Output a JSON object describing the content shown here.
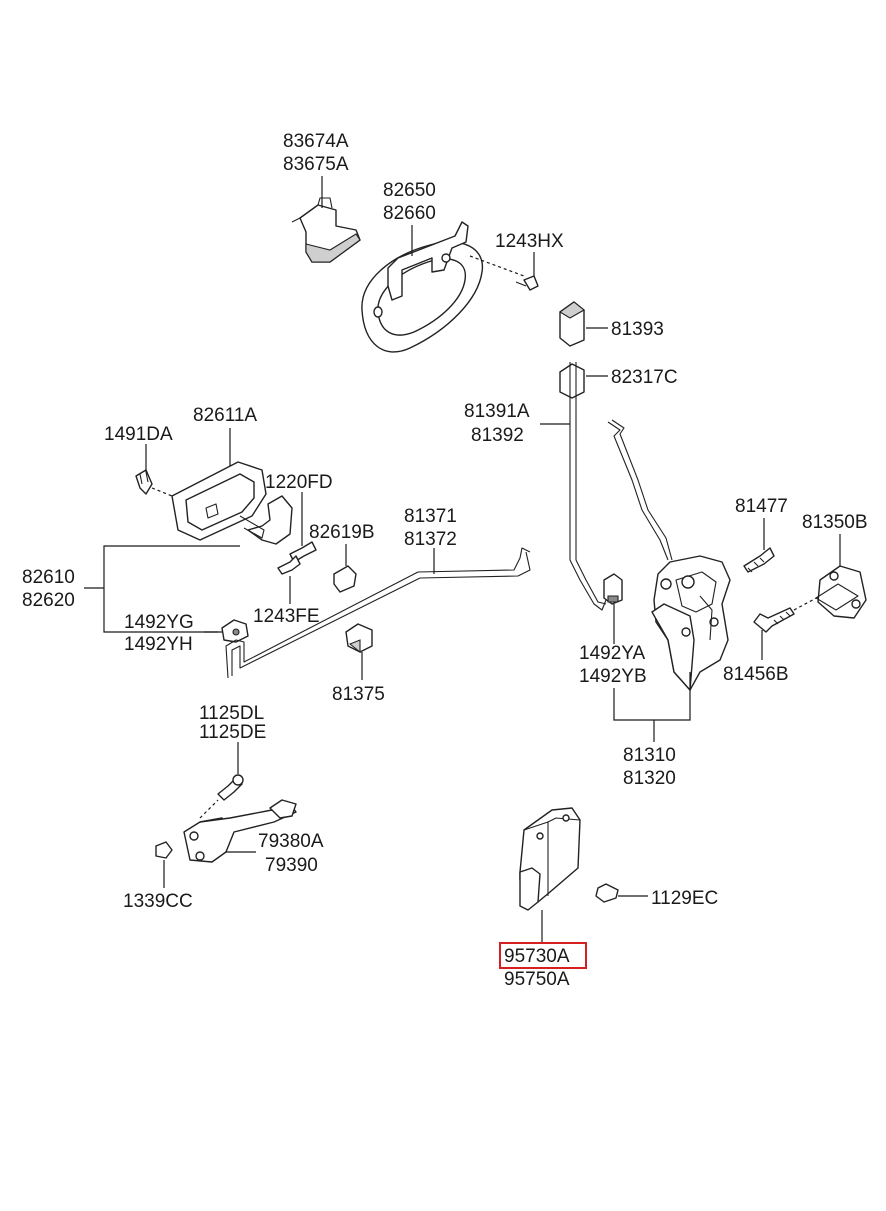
{
  "labels": {
    "p83674A": "83674A",
    "p83675A": "83675A",
    "p82650": "82650",
    "p82660": "82660",
    "p1243HX": "1243HX",
    "p81393": "81393",
    "p82317C": "82317C",
    "p81391A": "81391A",
    "p81392": "81392",
    "p82611A": "82611A",
    "p1491DA": "1491DA",
    "p1220FD": "1220FD",
    "p82619B": "82619B",
    "p81371": "81371",
    "p81372": "81372",
    "p81477": "81477",
    "p81350B": "81350B",
    "p82610": "82610",
    "p82620": "82620",
    "p1492YG": "1492YG",
    "p1492YH": "1492YH",
    "p1243FE": "1243FE",
    "p81375": "81375",
    "p1492YA": "1492YA",
    "p1492YB": "1492YB",
    "p81456B": "81456B",
    "p81310": "81310",
    "p81320": "81320",
    "p1125DL": "1125DL",
    "p1125DE": "1125DE",
    "p79380A": "79380A",
    "p79390": "79390",
    "p1339CC": "1339CC",
    "p1129EC": "1129EC",
    "p95730A": "95730A",
    "p95750A": "95750A"
  },
  "highlight": {
    "part": "95730A",
    "color": "#d61f1f"
  }
}
